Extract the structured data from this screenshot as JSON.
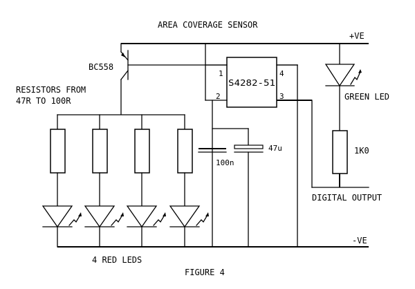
{
  "diagram": {
    "title": "AREA COVERAGE SENSOR",
    "caption": "FIGURE 4",
    "rails": {
      "positive": "+VE",
      "negative": "-VE"
    },
    "transistor": {
      "label": "BC558"
    },
    "ic": {
      "label": "S4282-51",
      "pins": {
        "p1": "1",
        "p2": "2",
        "p3": "3",
        "p4": "4"
      }
    },
    "resistor_note": {
      "line1": "RESISTORS FROM",
      "line2": "47R TO 100R"
    },
    "red_leds_label": "4 RED LEDS",
    "capacitors": {
      "c1": "100n",
      "c2": "47u"
    },
    "green_led_label": "GREEN LED",
    "load_resistor": "1K0",
    "output_label": "DIGITAL OUTPUT"
  }
}
